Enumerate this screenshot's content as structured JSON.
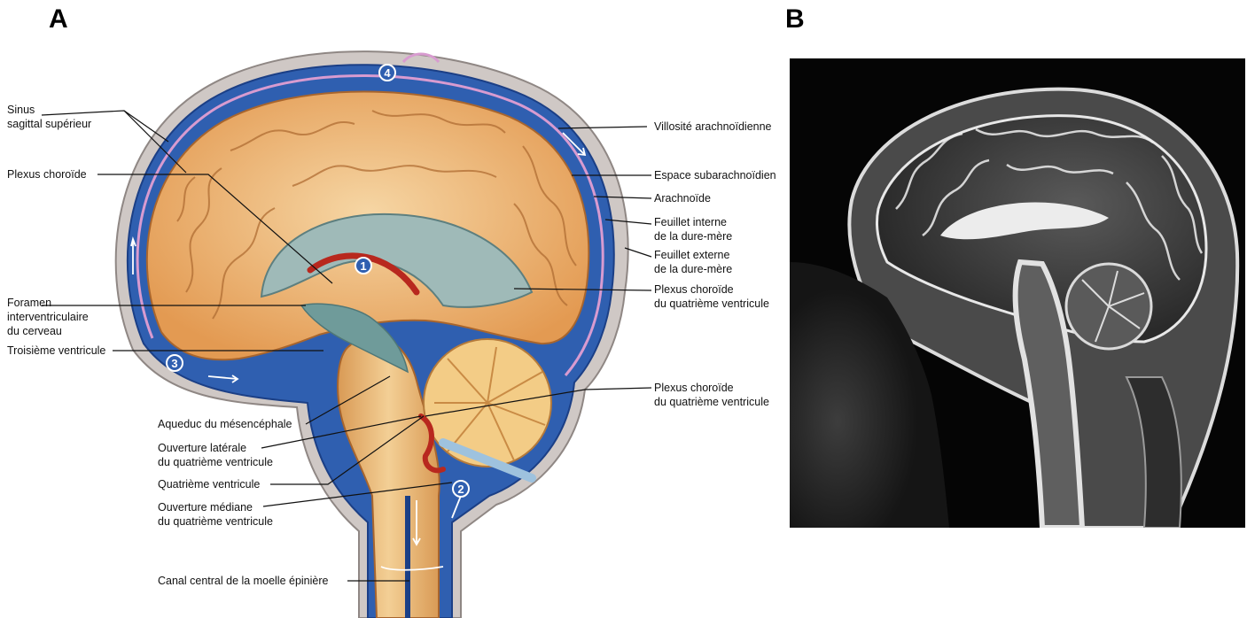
{
  "panels": {
    "a_letter": "A",
    "b_letter": "B"
  },
  "numbers": {
    "n1": "1",
    "n2": "2",
    "n3": "3",
    "n4": "4"
  },
  "labels": {
    "sinus_sagittal_1": "Sinus",
    "sinus_sagittal_2": "sagittal supérieur",
    "plexus_choroide": "Plexus choroïde",
    "foramen_1": "Foramen",
    "foramen_2": "interventriculaire",
    "foramen_3": "du cerveau",
    "troisieme_ventricule": "Troisième ventricule",
    "aqueduc": "Aqueduc du mésencéphale",
    "ouverture_laterale_1": "Ouverture latérale",
    "ouverture_laterale_2": "du quatrième ventricule",
    "quatrieme_ventricule": "Quatrième ventricule",
    "ouverture_mediane_1": "Ouverture médiane",
    "ouverture_mediane_2": "du quatrième ventricule",
    "canal_central": "Canal central de la moelle épinière",
    "villosite": "Villosité arachnoïdienne",
    "espace_sub": "Espace subarachnoïdien",
    "arachnoide": "Arachnoïde",
    "feuillet_interne_1": "Feuillet interne",
    "feuillet_interne_2": "de la dure-mère",
    "feuillet_externe_1": "Feuillet externe",
    "feuillet_externe_2": "de la dure-mère",
    "plexus_4v_upper_1": "Plexus choroïde",
    "plexus_4v_upper_2": "du quatrième ventricule",
    "plexus_4v_lower_1": "Plexus choroïde",
    "plexus_4v_lower_2": "du quatrième ventricule"
  },
  "colors": {
    "dura_outer": "#c9c2c0",
    "csf_blue": "#2a56a8",
    "arachnoid_pink": "#c98bc2",
    "brain_tan": "#e8a560",
    "brain_light": "#f6d9a8",
    "ventricle_teal": "#7ea6a6",
    "choroid_red": "#b8281e"
  }
}
